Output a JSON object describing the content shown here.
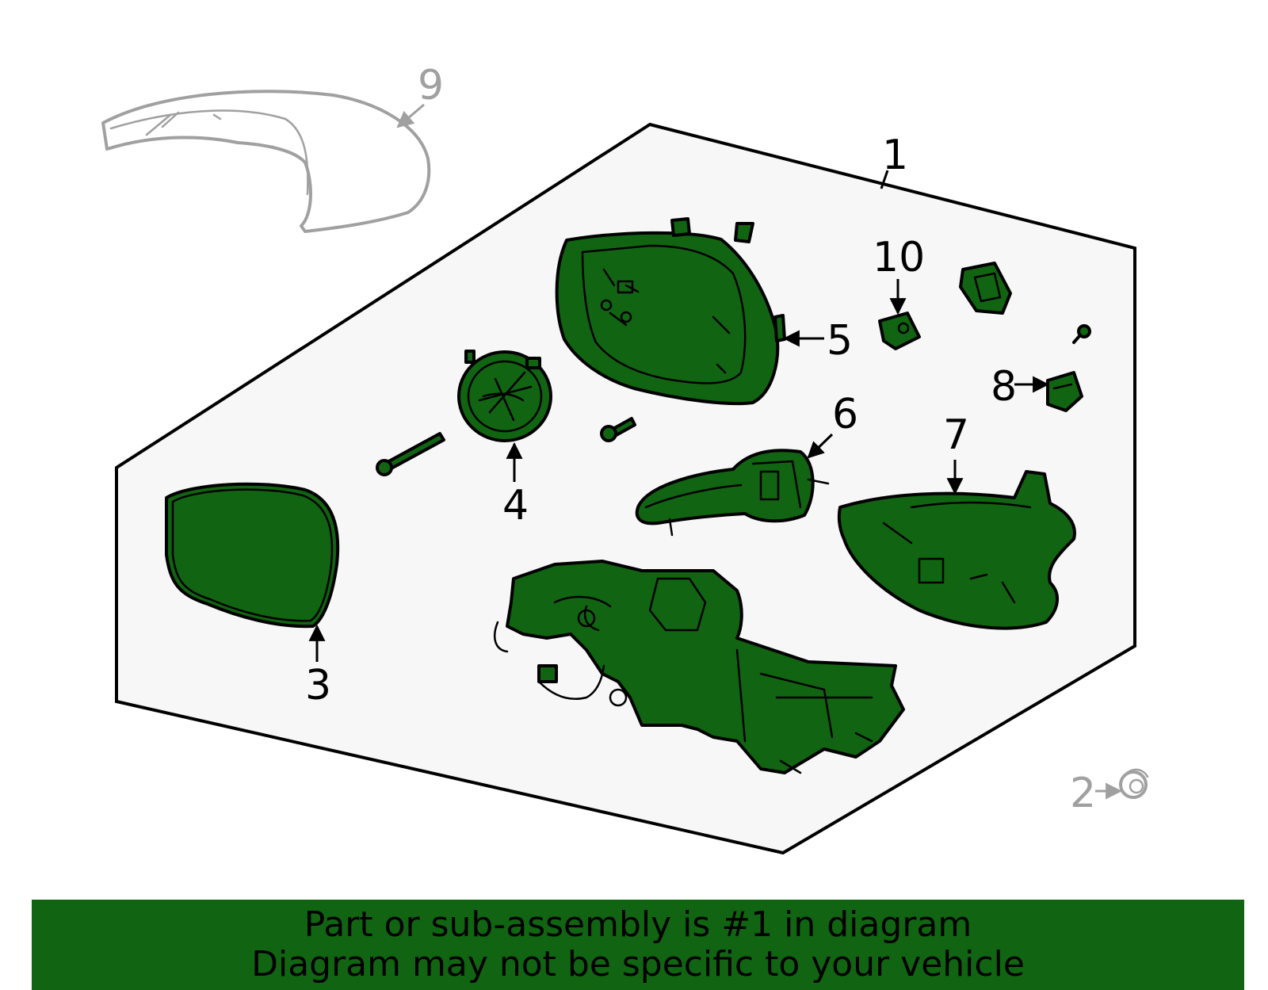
{
  "colors": {
    "part_fill": "#116411",
    "panel_fill": "#f7f7f7",
    "banner_fill": "#116411",
    "unassembled_part": "#a0a0a0",
    "ink": "#000000"
  },
  "callouts": {
    "c1": "1",
    "c2": "2",
    "c3": "3",
    "c4": "4",
    "c5": "5",
    "c6": "6",
    "c7": "7",
    "c8": "8",
    "c9": "9",
    "c10": "10"
  },
  "banner": {
    "line1": "Part or sub-assembly is #1 in diagram",
    "line2": "Diagram may not be specific to your vehicle"
  }
}
